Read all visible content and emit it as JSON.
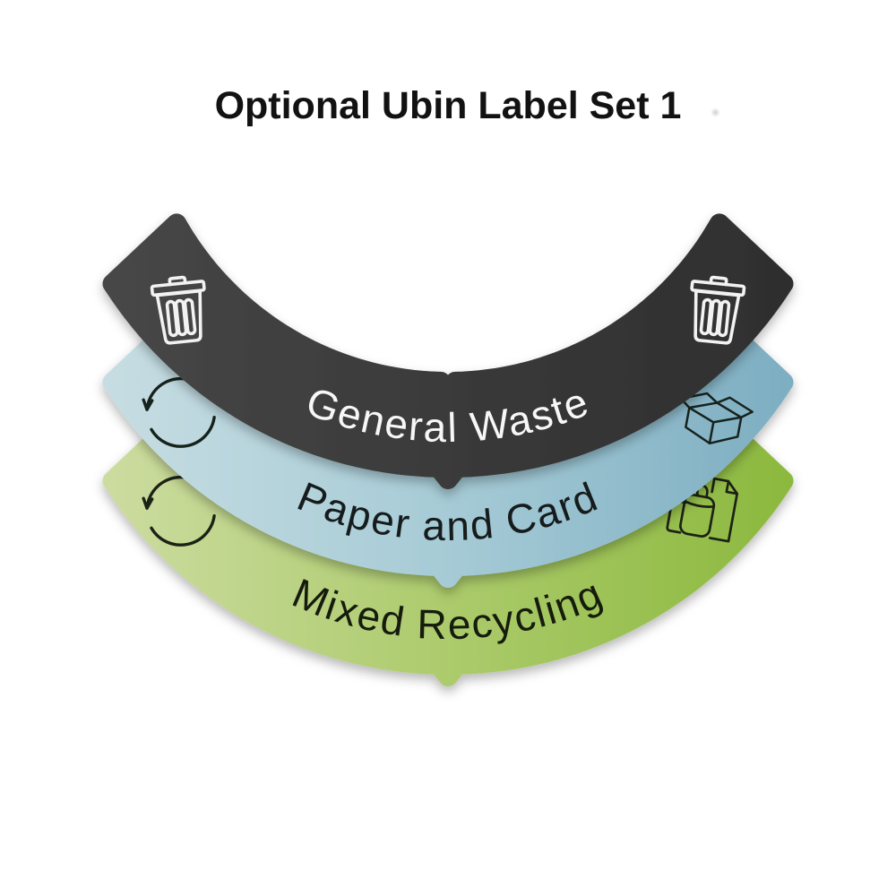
{
  "title": "Optional Ubin Label Set 1",
  "labels": [
    {
      "id": "general-waste",
      "label": "General Waste",
      "band_colors": [
        "#474747",
        "#3a3a3a",
        "#2e2e2e"
      ],
      "text_color": "#f7f7f7",
      "icon_color": "#f2f2f2",
      "icon_left": "trash-icon",
      "icon_right": "trash-icon"
    },
    {
      "id": "paper-and-card",
      "label": "Paper and Card",
      "band_colors": [
        "#c7dde2",
        "#a6cbd6",
        "#7cadc1"
      ],
      "text_color": "#181d1f",
      "icon_color": "#17221f",
      "icon_left": "recycle-arrows-icon",
      "icon_right": "open-box-icon"
    },
    {
      "id": "mixed-recycling",
      "label": "Mixed Recycling",
      "band_colors": [
        "#cddca1",
        "#accb6c",
        "#8bb83d"
      ],
      "text_color": "#161a0e",
      "icon_color": "#1a2012",
      "icon_left": "recycle-arrows-icon",
      "icon_right": "can-carton-icon"
    }
  ]
}
